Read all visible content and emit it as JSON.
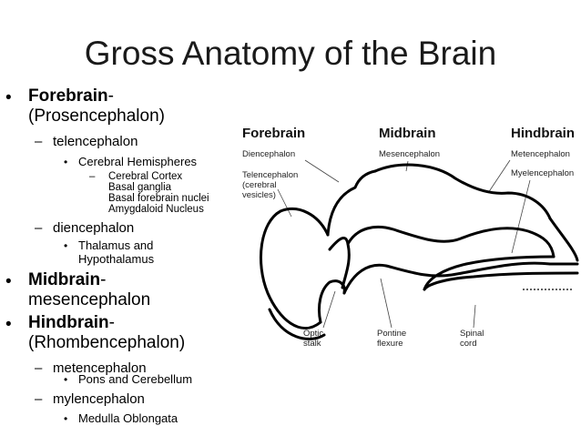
{
  "title": "Gross Anatomy of the Brain",
  "outline": {
    "forebrain": {
      "name": "Forebrain",
      "suffix": "-",
      "sub": "(Prosencephalon)"
    },
    "telencephalon": "telencephalon",
    "cerebral_hemispheres": "Cerebral Hemispheres",
    "cerebral_items": [
      "Cerebral Cortex",
      "Basal ganglia",
      "Basal forebrain nuclei",
      "Amygdaloid Nucleus"
    ],
    "diencephalon": "diencephalon",
    "thalamus_line1": "Thalamus and",
    "thalamus_line2": "Hypothalamus",
    "midbrain": {
      "name": "Midbrain",
      "suffix": "-",
      "sub": "mesencephalon"
    },
    "hindbrain": {
      "name": "Hindbrain",
      "suffix": "-",
      "sub": "(Rhombencephalon)"
    },
    "metencephalon": "metencephalon",
    "pons": "Pons and Cerebellum",
    "mylencephalon": "mylencephalon",
    "medulla": "Medulla Oblongata",
    "bullet": "•",
    "dash": "–"
  },
  "figure": {
    "headers": {
      "forebrain": "Forebrain",
      "midbrain": "Midbrain",
      "hindbrain": "Hindbrain"
    },
    "labels": {
      "diencephalon": "Diencephalon",
      "telencephalon": "Telencephalon",
      "cerebral": "(cerebral",
      "vesicles": "vesicles)",
      "mesencephalon": "Mesencephalon",
      "metencephalon": "Metencephalon",
      "myelencephalon": "Myelencephalon",
      "optic1": "Optic",
      "optic2": "stalk",
      "pontine1": "Pontine",
      "pontine2": "flexure",
      "spinal1": "Spinal",
      "spinal2": "cord"
    }
  }
}
